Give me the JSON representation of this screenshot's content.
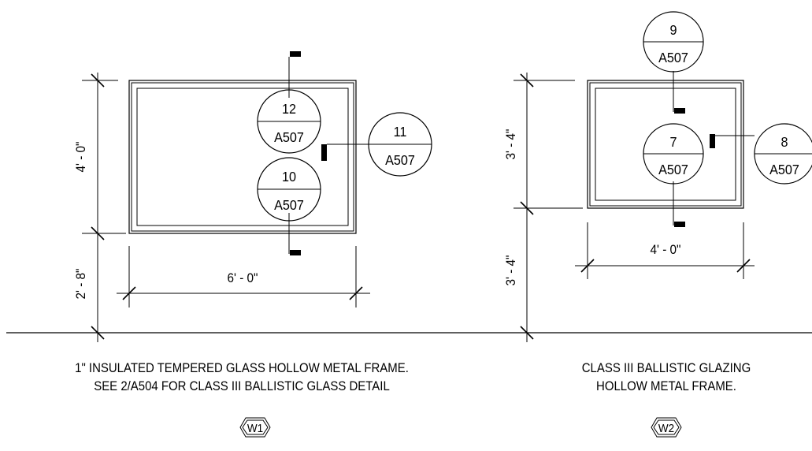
{
  "w1": {
    "height_dim": "4' - 0\"",
    "sill_dim": "2' - 8\"",
    "width_dim": "6' - 0\"",
    "callouts": [
      {
        "num": "12",
        "sheet": "A507"
      },
      {
        "num": "10",
        "sheet": "A507"
      },
      {
        "num": "11",
        "sheet": "A507"
      }
    ],
    "note_line1": "1\" INSULATED TEMPERED GLASS HOLLOW METAL FRAME.",
    "note_line2": "SEE 2/A504 FOR CLASS III BALLISTIC GLASS DETAIL",
    "tag": "W1"
  },
  "w2": {
    "height_dim": "3' - 4\"",
    "sill_dim": "3' - 4\"",
    "width_dim": "4' - 0\"",
    "callouts": [
      {
        "num": "9",
        "sheet": "A507"
      },
      {
        "num": "7",
        "sheet": "A507"
      },
      {
        "num": "8",
        "sheet": "A507"
      }
    ],
    "note_line1": "CLASS III BALLISTIC GLAZING",
    "note_line2": "HOLLOW METAL FRAME.",
    "tag": "W2"
  }
}
